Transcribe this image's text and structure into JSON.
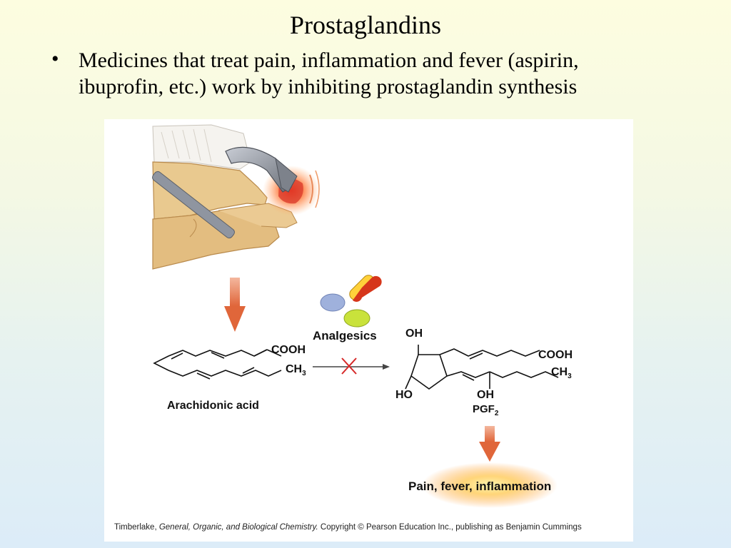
{
  "slide": {
    "title": "Prostaglandins",
    "bullet_marker": "•",
    "bullet_line1": "Medicines that treat pain, inflammation and fever (aspirin,",
    "bullet_line2": "ibuprofin, etc.) work by inhibiting prostaglandin synthesis"
  },
  "figure": {
    "analgesics": "Analgesics",
    "arachidonic": {
      "cooh": "COOH",
      "ch3": "CH",
      "ch3_sub": "3",
      "name": "Arachidonic acid"
    },
    "pgf2": {
      "oh_top": "OH",
      "ho_bottom": "HO",
      "oh_side": "OH",
      "cooh": "COOH",
      "ch3": "CH",
      "ch3_sub": "3",
      "name": "PGF",
      "name_sub": "2"
    },
    "effects": "Pain, fever, inflammation",
    "credit_prefix": "Timberlake, ",
    "credit_book": "General, Organic, and Biological Chemistry.",
    "credit_suffix": " Copyright © Pearson Education Inc., publishing as Benjamin Cummings"
  },
  "colors": {
    "arrow": "#e0663a",
    "blocked_x": "#d62828",
    "pill_blue": "#9fb1dc",
    "pill_red": "#d6361b",
    "pill_yellow": "#ffd13a",
    "pill_green": "#c9e23b",
    "glow": "#ff9a3c"
  }
}
